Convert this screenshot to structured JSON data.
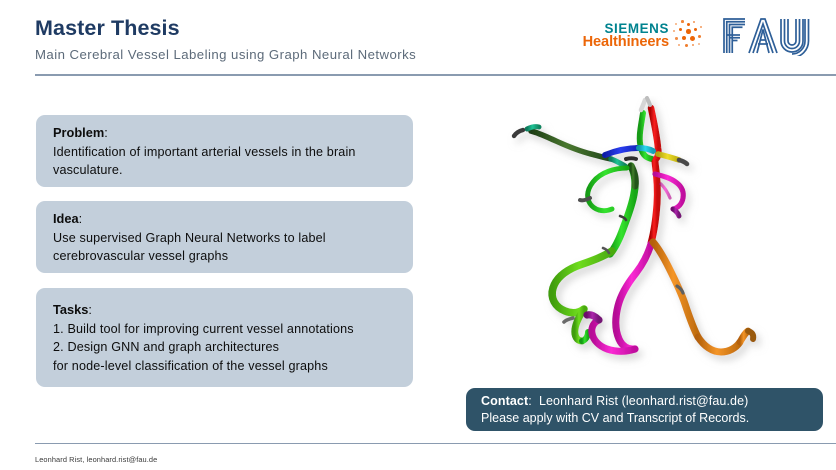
{
  "header": {
    "title": "Master Thesis",
    "subtitle": "Main Cerebral Vessel Labeling using Graph Neural Networks",
    "rule_color": "#8a9bb0"
  },
  "logos": {
    "siemens": {
      "line1": "SIEMENS",
      "line2": "Healthineers",
      "line1_color": "#00838f",
      "line2_color": "#ec6608",
      "dots_icon": "siemens-dot-cloud-icon"
    },
    "fau": {
      "label": "FAU",
      "color": "#2e5f98",
      "icon": "fau-striped-letters-logo"
    }
  },
  "boxes": [
    {
      "id": "problem",
      "heading": "Problem",
      "heading_suffix": ":",
      "lines": [
        "Identification of important arterial vessels in the brain",
        "vasculature."
      ]
    },
    {
      "id": "idea",
      "heading": "Idea",
      "heading_suffix": ":",
      "lines": [
        "Use supervised Graph Neural Networks to label",
        "cerebrovascular vessel graphs"
      ]
    },
    {
      "id": "tasks",
      "heading": "Tasks",
      "heading_suffix": ":",
      "lines": [
        "1. Build tool for improving current vessel annotations",
        "2. Design GNN and graph architectures",
        "for node-level classification of the vessel graphs"
      ]
    }
  ],
  "box_style": {
    "background": "#c3cfdb",
    "text_color": "#0d0d0d"
  },
  "figure": {
    "name": "cerebral-vessel-tree-render",
    "description": "3D rendering of labeled cerebral vasculature (Circle of Willis and main arteries)",
    "background": "#ffffff",
    "segment_colors": {
      "green": "#5fcf17",
      "bright_green": "#22c91f",
      "dark_green": "#2f5c23",
      "red": "#ee1111",
      "orange": "#e8871c",
      "magenta": "#ee18c4",
      "purple": "#9b1f9b",
      "blue": "#1830d8",
      "cyan": "#16c8e0",
      "yellow": "#e5d41a",
      "teal": "#17a07a"
    }
  },
  "contact": {
    "label": "Contact",
    "line1_rest": ":  Leonhard Rist (leonhard.rist@fau.de)",
    "line2": "Please apply with CV and Transcript of Records.",
    "background": "#2f5368",
    "text_color": "#ffffff"
  },
  "footer": {
    "text": "Leonhard Rist, leonhard.rist@fau.de"
  }
}
